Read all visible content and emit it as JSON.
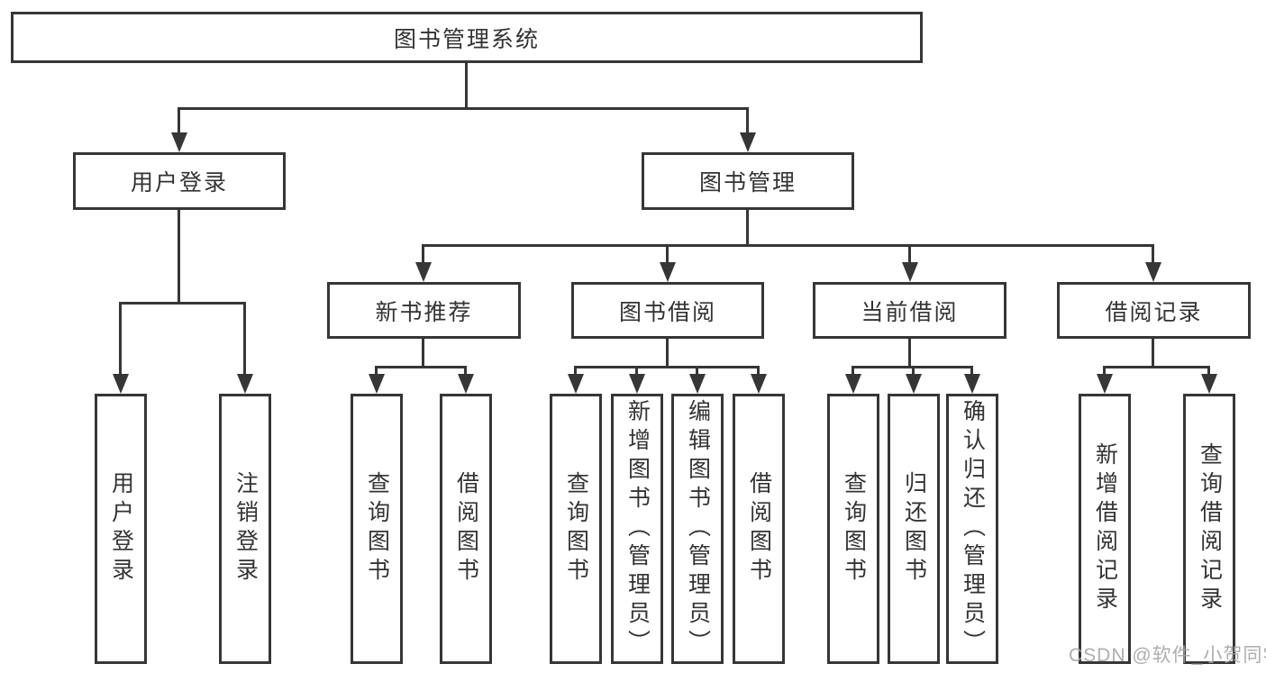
{
  "nodes": {
    "root": "图书管理系统",
    "user_login": "用户登录",
    "book_management": "图书管理",
    "l3": [
      "新书推荐",
      "图书借阅",
      "当前借阅",
      "借阅记录"
    ],
    "user_login_children": [
      "用户登录",
      "注销登录"
    ],
    "recommend_children": [
      "查询图书",
      "借阅图书"
    ],
    "borrow_children": [
      "查询图书",
      "新增图书（管理员）",
      "编辑图书（管理员）",
      "借阅图书"
    ],
    "current_children": [
      "查询图书",
      "归还图书",
      "确认归还（管理员）"
    ],
    "record_children": [
      "新增借阅记录",
      "查询借阅记录"
    ]
  },
  "watermark": {
    "text": "CSDN @软件_小贺同学"
  },
  "colors": {
    "line": "#363636",
    "text": "#333333",
    "watermark": "#a5a5a5",
    "background": "#ffffff"
  }
}
